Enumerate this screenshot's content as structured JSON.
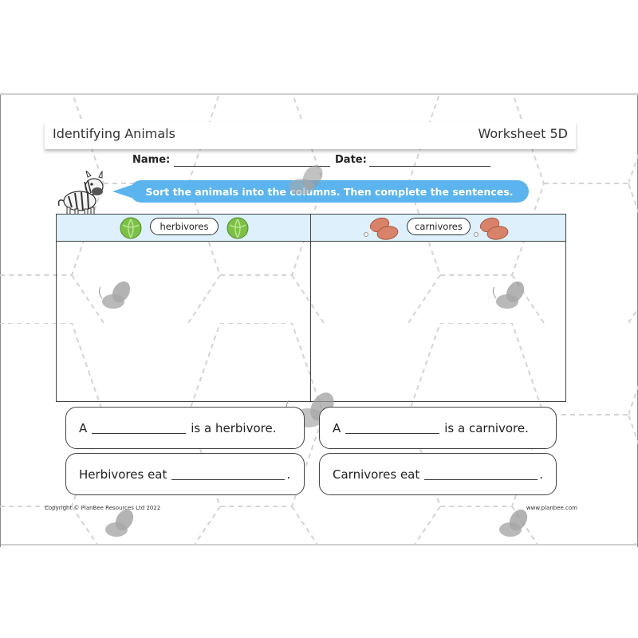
{
  "header": {
    "title": "Identifying Animals",
    "worksheet": "Worksheet 5D"
  },
  "form": {
    "name_label": "Name:",
    "date_label": "Date:"
  },
  "instruction": "Sort the animals into the columns. Then complete the sentences.",
  "columns": [
    {
      "label": "herbivores",
      "icon": "cabbage-icon"
    },
    {
      "label": "carnivores",
      "icon": "drumstick-icon"
    }
  ],
  "sentences": [
    {
      "prefix": "A",
      "suffix": "is a herbivore."
    },
    {
      "prefix": "A",
      "suffix": "is a carnivore."
    },
    {
      "prefix": "Herbivores eat",
      "suffix": "."
    },
    {
      "prefix": "Carnivores eat",
      "suffix": "."
    }
  ],
  "footer": {
    "copyright": "Copyright © PlanBee Resources Ltd 2022",
    "website": "www.planbee.com"
  },
  "colors": {
    "banner": "#5bb4ee",
    "header_row": "#ddf0fb",
    "bee": "#9a9a9a"
  }
}
